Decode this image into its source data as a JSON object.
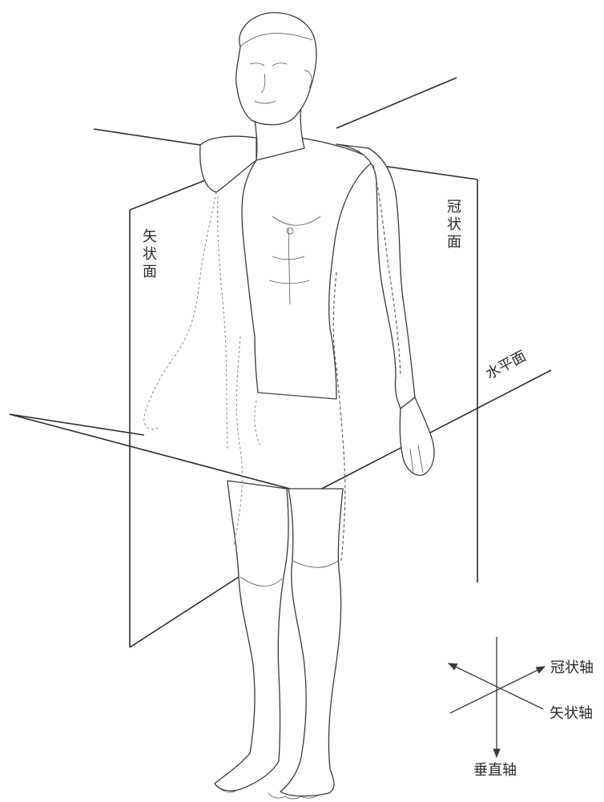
{
  "labels": {
    "sagittal_plane": "矢状面",
    "coronal_plane": "冠状面",
    "horizontal_plane": "水平面"
  },
  "axes": {
    "coronal_axis": "冠状轴",
    "sagittal_axis": "矢状轴",
    "vertical_axis": "垂直轴"
  },
  "figure": {
    "subject": "standing-male-figure",
    "style": "line-drawing"
  }
}
